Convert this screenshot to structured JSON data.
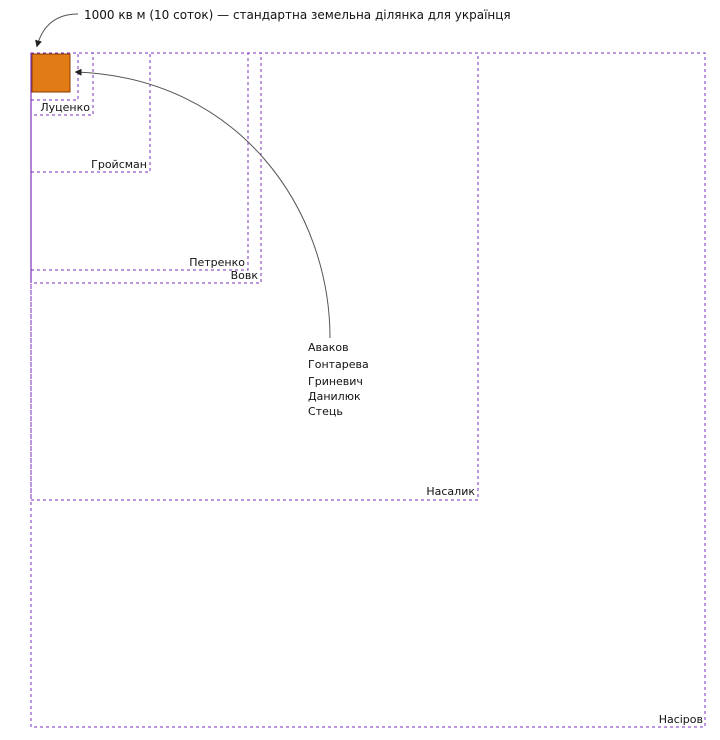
{
  "annotation": "1000 кв м (10 соток) — стандартна земельна ділянка для українця",
  "standard_plot": {
    "color": "#E07B16",
    "border_color": "#8B3A00"
  },
  "plots": {
    "lutsenko": "Луценко",
    "hroisman": "Гройсман",
    "petrenko": "Петренко",
    "vovk": "Вовк",
    "nasalyk": "Насалик",
    "nasirov": "Насіров"
  },
  "group_names": [
    "Аваков",
    "Гонтарева",
    "Гриневич",
    "Данилюк",
    "Стець"
  ],
  "colors": {
    "box_stroke": "#7B2FBF",
    "arrow": "#555555",
    "text": "#111111"
  }
}
